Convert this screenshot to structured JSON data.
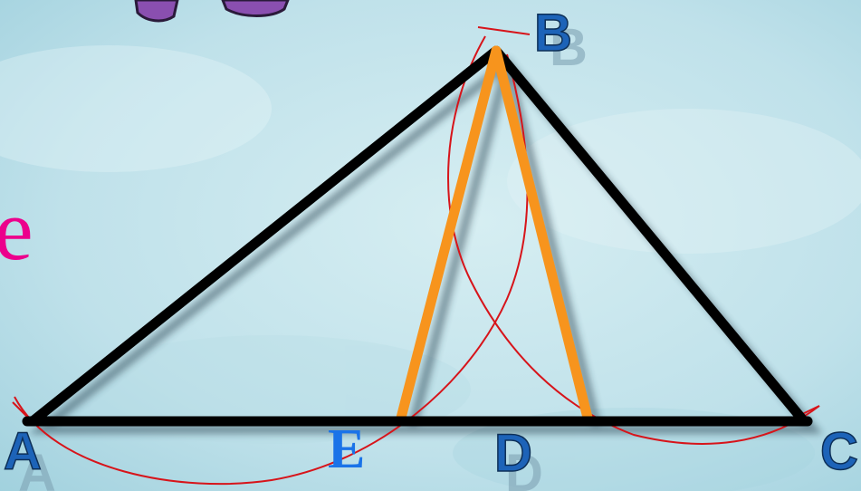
{
  "side_text": "e",
  "points": {
    "A": "A",
    "B": "B",
    "C": "C",
    "D": "D",
    "E": "E"
  },
  "colors": {
    "background_light": "#cfe9ee",
    "background_mid": "#a9d6e2",
    "triangle": "#000000",
    "isosceles_segments": "#f7941d",
    "construction_arcs": "#d7141a",
    "point_labels": "#1d63b8",
    "point_label_shadow": "#7fa3b4",
    "label_E": "#1a73e8",
    "side_text": "#ec008c",
    "corner_blob": "#8a4fb0"
  },
  "icons": {
    "corner_blob": "purple-clipart-fragment"
  }
}
